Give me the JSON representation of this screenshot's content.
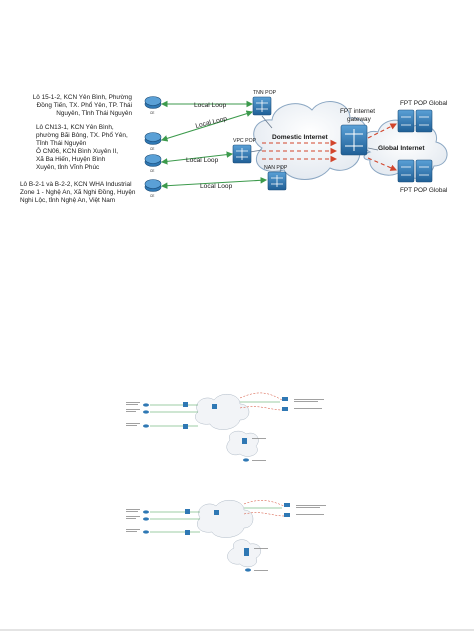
{
  "diagram": {
    "sites": [
      {
        "address": "Lô 15-1-2, KCN Yên Bình, Phường Đồng Tiến, TX. Phổ Yên, TP. Thái Nguyên, Tỉnh Thái Nguyên",
        "lines": [
          "Lô 15-1-2, KCN Yên Bình, Phường",
          "Đồng Tiến, TX. Phổ Yên, TP. Thái",
          "Nguyên, Tỉnh Thái Nguyên"
        ],
        "device": "CE",
        "link": "Local Loop",
        "pop": "TNN POP"
      },
      {
        "address": "Lô CN13-1, KCN Yên Bình, phường Bãi Bông, TX. Phổ Yên, Tỉnh Thái Nguyên",
        "lines": [
          "Lô CN13-1, KCN Yên Bình,",
          "phường Bãi Bông, TX. Phổ Yên,",
          "Tỉnh Thái Nguyên"
        ],
        "device": "CE",
        "link": "Local Loop",
        "pop": "TNN POP"
      },
      {
        "address": "Ô CN06, KCN Bình Xuyên II, Xã Ba Hiến, Huyện Bình Xuyên, tỉnh Vĩnh Phúc",
        "lines": [
          "Ô CN06, KCN Bình Xuyên II,",
          "Xã Ba Hiến, Huyện Bình",
          "Xuyên, tỉnh Vĩnh Phúc"
        ],
        "device": "CE",
        "link": "Local Loop",
        "pop": "VPC POP"
      },
      {
        "address": "Lô B-2-1 và B-2-2, KCN WHA Industrial Zone 1 - Nghệ An, Xã Nghi Đồng, Huyện Nghi Lộc, tỉnh Nghệ An, Việt Nam",
        "lines": [
          "Lô B-2-1 và B-2-2, KCN WHA Industrial",
          "Zone 1 - Nghệ An, Xã Nghi Đồng, Huyện",
          "Nghi Lộc, tỉnh Nghệ An, Việt Nam"
        ],
        "device": "CE",
        "link": "Local Loop",
        "pop": "NAN POP"
      }
    ],
    "pops": [
      "TNN POP",
      "VPC POP",
      "NAN POP"
    ],
    "clouds": {
      "domestic": "Domestic Internet",
      "global": "Global Internet"
    },
    "gateway": {
      "label_line1": "FPT internet",
      "label_line2": "gateway"
    },
    "global_pops": [
      "FPT POP Global",
      "FPT POP Global"
    ]
  },
  "colors": {
    "link_green": "#3c9a4c",
    "traffic_red": "#d2452c",
    "device_blue": "#2f78b4",
    "cloud_stroke": "#8aa6c2"
  }
}
